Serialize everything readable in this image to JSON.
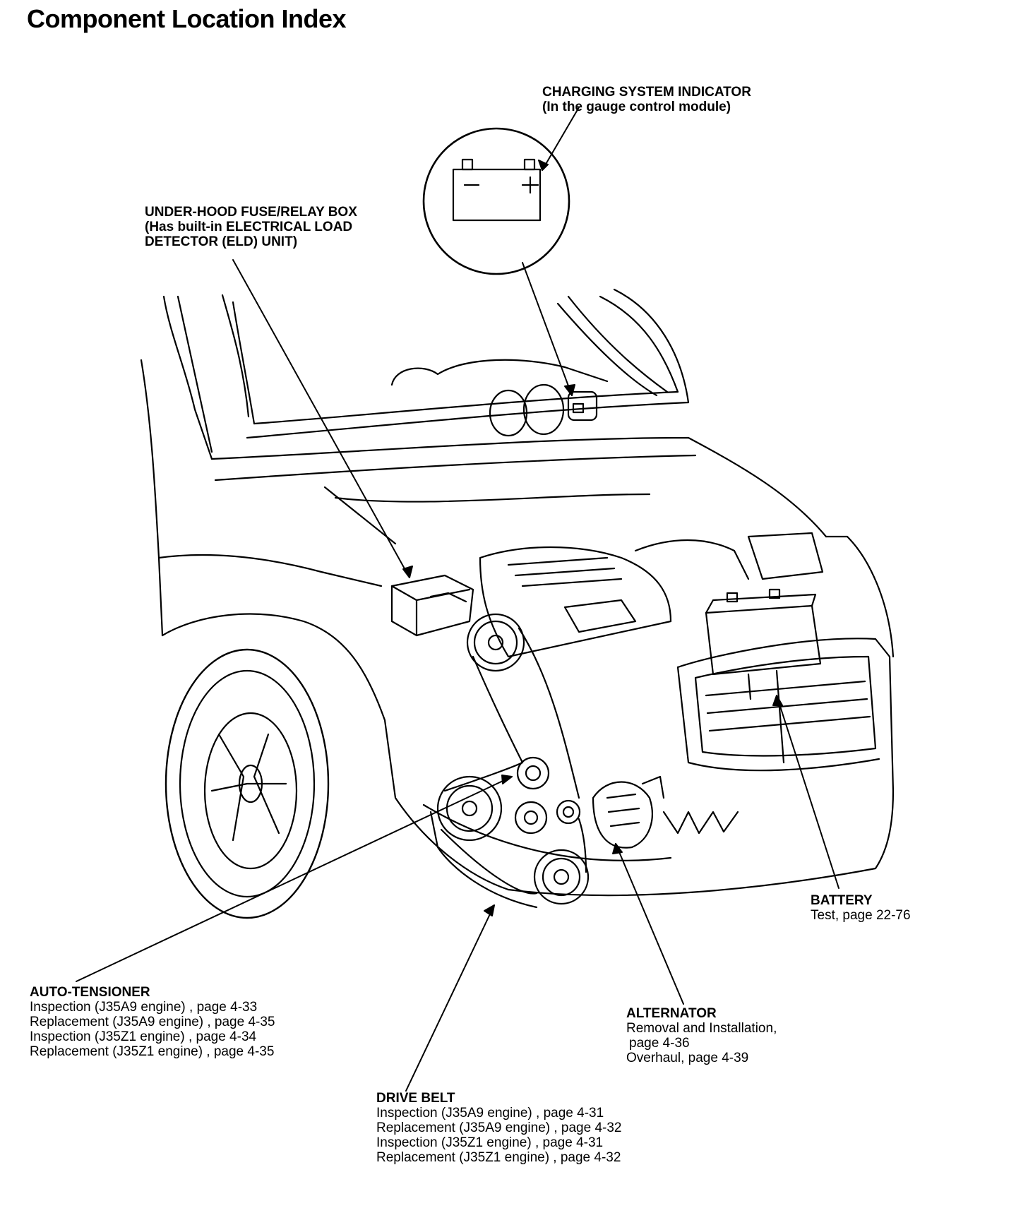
{
  "title": "Component Location Index",
  "callouts": {
    "charging_indicator": {
      "name": "CHARGING SYSTEM INDICATOR",
      "sub": "(In the gauge control module)"
    },
    "fuse_box": {
      "line1": "UNDER-HOOD FUSE/RELAY BOX",
      "line2": "(Has built-in ELECTRICAL LOAD",
      "line3": "DETECTOR (ELD) UNIT)"
    },
    "battery": {
      "name": "BATTERY",
      "items": [
        "Test, page 22-76"
      ]
    },
    "auto_tensioner": {
      "name": "AUTO-TENSIONER",
      "items": [
        "Inspection (J35A9 engine) , page 4-33",
        "Replacement (J35A9 engine) , page 4-35",
        "Inspection (J35Z1 engine) , page 4-34",
        "Replacement (J35Z1 engine) , page 4-35"
      ]
    },
    "alternator": {
      "name": "ALTERNATOR",
      "items": [
        "Removal and Installation,",
        " page 4-36",
        "Overhaul, page 4-39"
      ]
    },
    "drive_belt": {
      "name": "DRIVE BELT",
      "items": [
        "Inspection (J35A9 engine) , page 4-31",
        "Replacement (J35A9 engine) , page 4-32",
        "Inspection (J35Z1 engine) , page 4-31",
        "Replacement (J35Z1 engine) , page 4-32"
      ]
    }
  },
  "colors": {
    "ink": "#000000",
    "paper": "#ffffff"
  }
}
